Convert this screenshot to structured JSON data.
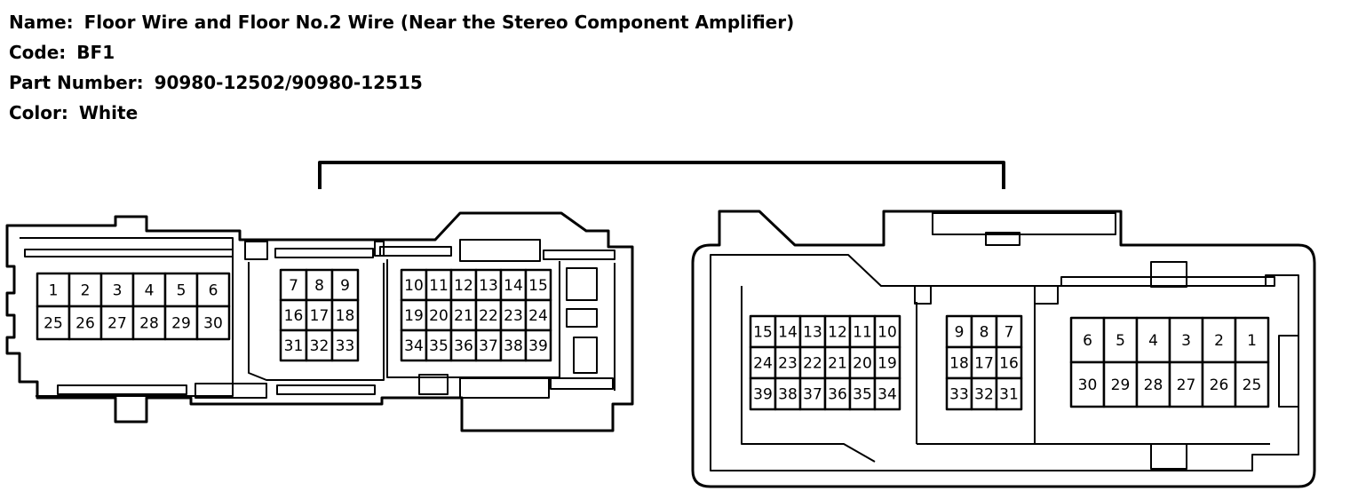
{
  "header": {
    "name_label": "Name:",
    "name_value": "Floor Wire and Floor No.2 Wire (Near the Stereo Component Amplifier)",
    "code_label": "Code:",
    "code_value": "BF1",
    "part_label": "Part Number:",
    "part_value": "90980-12502/90980-12515",
    "color_label": "Color:",
    "color_value": "White"
  },
  "connectors": {
    "male": {
      "left_block": [
        [
          "1",
          "2",
          "3",
          "4",
          "5",
          "6"
        ],
        [
          "25",
          "26",
          "27",
          "28",
          "29",
          "30"
        ]
      ],
      "middle_block": [
        [
          "7",
          "8",
          "9"
        ],
        [
          "16",
          "17",
          "18"
        ],
        [
          "31",
          "32",
          "33"
        ]
      ],
      "right_block": [
        [
          "10",
          "11",
          "12",
          "13",
          "14",
          "15"
        ],
        [
          "19",
          "20",
          "21",
          "22",
          "23",
          "24"
        ],
        [
          "34",
          "35",
          "36",
          "37",
          "38",
          "39"
        ]
      ]
    },
    "female": {
      "left_block": [
        [
          "15",
          "14",
          "13",
          "12",
          "11",
          "10"
        ],
        [
          "24",
          "23",
          "22",
          "21",
          "20",
          "19"
        ],
        [
          "39",
          "38",
          "37",
          "36",
          "35",
          "34"
        ]
      ],
      "middle_block": [
        [
          "9",
          "8",
          "7"
        ],
        [
          "18",
          "17",
          "16"
        ],
        [
          "33",
          "32",
          "31"
        ]
      ],
      "right_block": [
        [
          "6",
          "5",
          "4",
          "3",
          "2",
          "1"
        ],
        [
          "30",
          "29",
          "28",
          "27",
          "26",
          "25"
        ]
      ]
    }
  }
}
